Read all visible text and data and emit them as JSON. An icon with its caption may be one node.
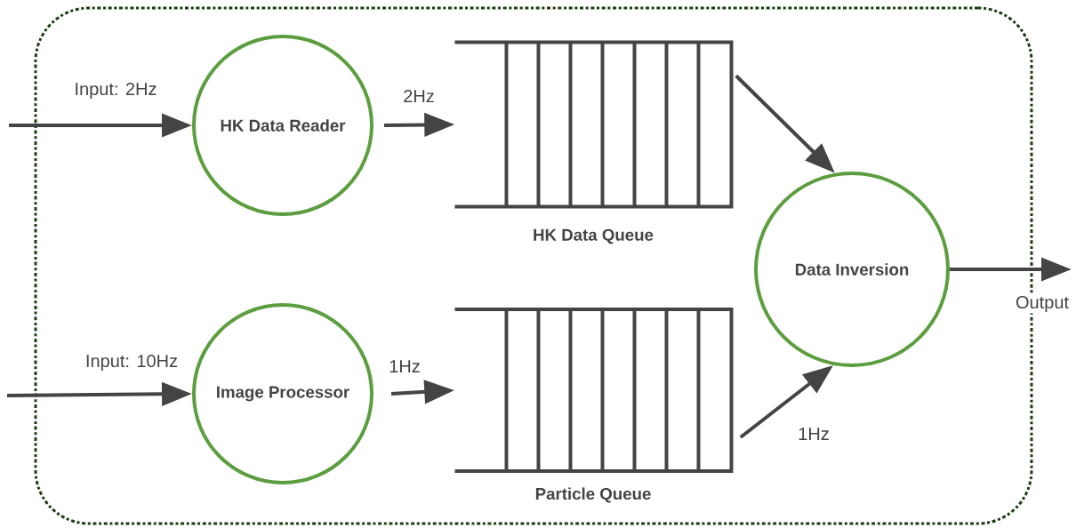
{
  "diagram": {
    "nodes": [
      {
        "text": [],
        "shape": "box"
      },
      {
        "text": [
          "HK Data Reader"
        ],
        "in": 0
      },
      {
        "text": [
          "HK Data Queue"
        ],
        "in": 0
      },
      {
        "text": [
          "Data Inversion"
        ],
        "in": 0
      },
      {
        "text": [
          "Image Processor"
        ],
        "in": 0
      },
      {
        "text": [
          "Particle Queue"
        ],
        "in": 0
      }
    ],
    "edges": [
      {
        "from": null,
        "to": 1,
        "arrow": "to",
        "label": "Input: 2Hz"
      },
      {
        "from": 1,
        "to": 2,
        "arrow": "to",
        "label": "2Hz"
      },
      {
        "from": 2,
        "to": 3,
        "arrow": "to"
      },
      {
        "from": 3,
        "to": null,
        "arrow": "to",
        "label": "Output"
      },
      {
        "from": null,
        "to": 4,
        "arrow": "to",
        "label": "Input: 10Hz"
      },
      {
        "from": 4,
        "to": 5,
        "arrow": "to",
        "label": "1Hz"
      },
      {
        "from": 5,
        "to": 3,
        "arrow": "to",
        "label": "1Hz"
      }
    ]
  }
}
